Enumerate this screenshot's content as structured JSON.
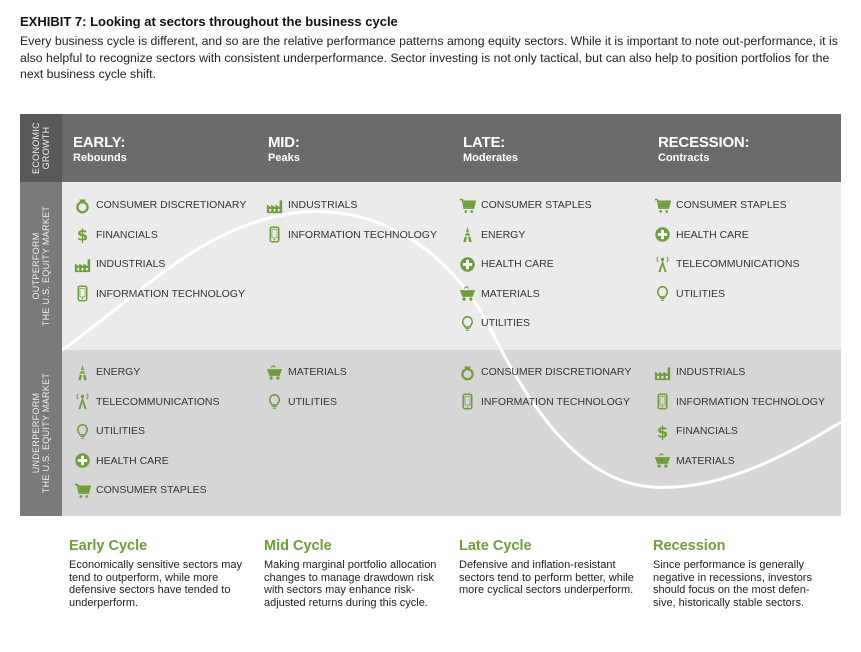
{
  "header": {
    "title": "EXHIBIT 7: Looking at sectors throughout the business cycle",
    "intro": "Every business cycle is different, and so are the relative performance patterns among equity sectors. While it is important to note out-performance, it is also helpful to recognize sectors with consistent underperformance. Sector investing is not only tactical, but can also help to position portfolios for the next business cycle shift."
  },
  "labels": {
    "growth": [
      "ECONOMIC",
      "GROWTH"
    ],
    "outperform": [
      "OUTPERFORM",
      "THE U.S. EQUITY MARKET"
    ],
    "underperform": [
      "UNDERPERFORM",
      "THE U.S. EQUITY MARKET"
    ]
  },
  "phases": [
    {
      "title": "EARLY:",
      "subtitle": "Rebounds"
    },
    {
      "title": "MID:",
      "subtitle": "Peaks"
    },
    {
      "title": "LATE:",
      "subtitle": "Moderates"
    },
    {
      "title": "RECESSION:",
      "subtitle": "Contracts"
    }
  ],
  "outperform": [
    [
      {
        "name": "CONSUMER DISCRETIONARY",
        "icon": "ring-icon"
      },
      {
        "name": "FINANCIALS",
        "icon": "dollar-icon"
      },
      {
        "name": "INDUSTRIALS",
        "icon": "factory-icon"
      },
      {
        "name": "INFORMATION TECHNOLOGY",
        "icon": "phone-icon"
      }
    ],
    [
      {
        "name": "INDUSTRIALS",
        "icon": "factory-icon"
      },
      {
        "name": "INFORMATION TECHNOLOGY",
        "icon": "phone-icon"
      }
    ],
    [
      {
        "name": "CONSUMER STAPLES",
        "icon": "cart-icon"
      },
      {
        "name": "ENERGY",
        "icon": "oil-rig-icon"
      },
      {
        "name": "HEALTH CARE",
        "icon": "medical-cross-icon"
      },
      {
        "name": "MATERIALS",
        "icon": "mining-cart-icon"
      },
      {
        "name": "UTILITIES",
        "icon": "lightbulb-icon"
      }
    ],
    [
      {
        "name": "CONSUMER STAPLES",
        "icon": "cart-icon"
      },
      {
        "name": "HEALTH CARE",
        "icon": "medical-cross-icon"
      },
      {
        "name": "TELECOMMUNICATIONS",
        "icon": "tower-icon"
      },
      {
        "name": "UTILITIES",
        "icon": "lightbulb-icon"
      }
    ]
  ],
  "underperform": [
    [
      {
        "name": "ENERGY",
        "icon": "oil-rig-icon"
      },
      {
        "name": "TELECOMMUNICATIONS",
        "icon": "tower-icon"
      },
      {
        "name": "UTILITIES",
        "icon": "lightbulb-icon"
      },
      {
        "name": "HEALTH CARE",
        "icon": "medical-cross-icon"
      },
      {
        "name": "CONSUMER STAPLES",
        "icon": "cart-icon"
      }
    ],
    [
      {
        "name": "MATERIALS",
        "icon": "mining-cart-icon"
      },
      {
        "name": "UTILITIES",
        "icon": "lightbulb-icon"
      }
    ],
    [
      {
        "name": "CONSUMER DISCRETIONARY",
        "icon": "ring-icon"
      },
      {
        "name": "INFORMATION TECHNOLOGY",
        "icon": "phone-icon"
      }
    ],
    [
      {
        "name": "INDUSTRIALS",
        "icon": "factory-icon"
      },
      {
        "name": "INFORMATION TECHNOLOGY",
        "icon": "phone-icon"
      },
      {
        "name": "FINANCIALS",
        "icon": "dollar-icon"
      },
      {
        "name": "MATERIALS",
        "icon": "mining-cart-icon"
      }
    ]
  ],
  "cycles": [
    {
      "title": "Early Cycle",
      "text": "Economically sensitive sectors may tend to outperform, while more defensive sectors have tended to underperform."
    },
    {
      "title": "Mid Cycle",
      "text": "Making marginal portfolio allocation changes to manage drawdown risk with sectors may enhance risk-adjusted returns during this cycle."
    },
    {
      "title": "Late Cycle",
      "text": "Defensive and inflation-resistant sectors tend to perform better, while more cyclical sectors underperform."
    },
    {
      "title": "Recession",
      "text": "Since performance is generally negative in recessions, investors should focus on the most defen-sive, historically stable sectors."
    }
  ],
  "colors": {
    "accent_green": "#6d9e3a",
    "header_gray": "#6b6b6b",
    "wave": "#ffffff"
  }
}
